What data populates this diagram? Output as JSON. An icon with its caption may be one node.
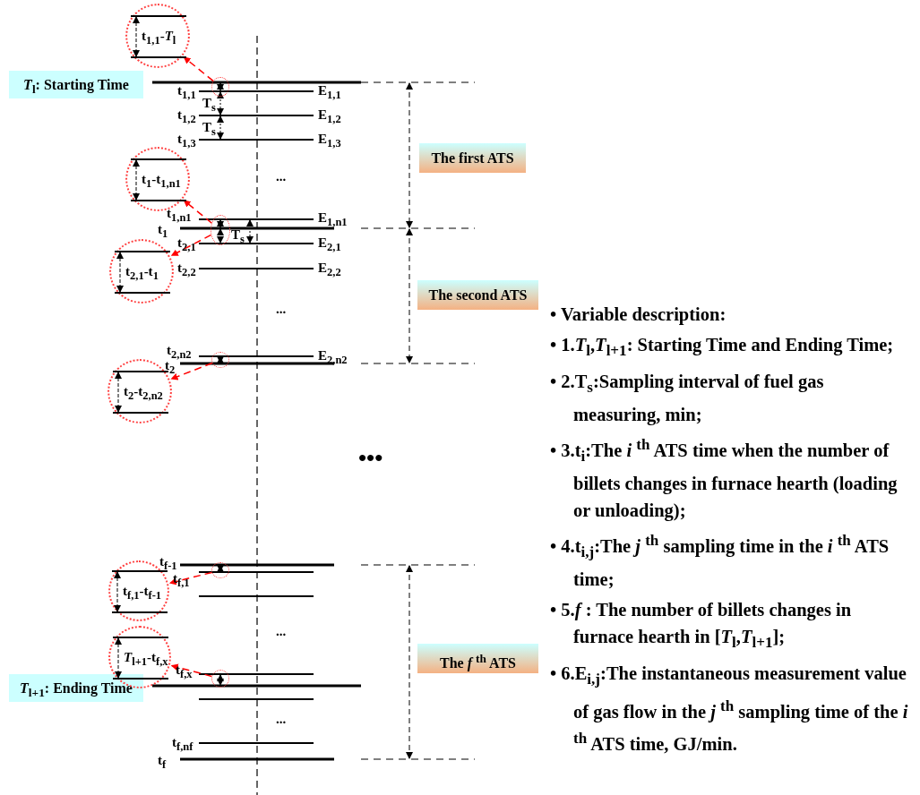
{
  "diagram": {
    "nodes": [
      {
        "text": [
          "*T*$_{l}$: Starting Time"
        ]
      },
      {
        "text": [
          "*T*$_{l+1}$: Ending Time"
        ]
      },
      {
        "text": [
          "The first ATS"
        ]
      },
      {
        "text": [
          "The second ATS"
        ]
      },
      {
        "text": [
          "The *f* $^{th}$ ATS"
        ]
      },
      {
        "text": [
          "t$_{1,1}$-*T*$_{l}$"
        ]
      },
      {
        "text": [
          "t$_{1}$-t$_{1,n1}$"
        ]
      },
      {
        "text": [
          "t$_{2,1}$-t$_{1}$"
        ]
      },
      {
        "text": [
          "t$_{2}$-t$_{2,n2}$"
        ]
      },
      {
        "text": [
          "t$_{f,1}$-t$_{f-1}$"
        ]
      },
      {
        "text": [
          "*T*$_{l+1}$-t$_{f,x}$"
        ]
      },
      {
        "text": [],
        "shape": "circle"
      },
      {
        "text": [],
        "shape": "circle"
      },
      {
        "text": [],
        "shape": "circle"
      },
      {
        "text": [],
        "shape": "circle"
      },
      {
        "text": [],
        "shape": "circle"
      }
    ],
    "edges": [
      {
        "from": 11,
        "to": 5,
        "arrow": "to",
        "style": "dashed",
        "color": "#ff0000"
      },
      {
        "from": 12,
        "to": 6,
        "arrow": "to",
        "style": "dashed",
        "color": "#ff0000"
      },
      {
        "from": 12,
        "to": 7,
        "arrow": "to",
        "style": "dashed",
        "color": "#ff0000"
      },
      {
        "from": 13,
        "to": 8,
        "arrow": "to",
        "style": "dashed",
        "color": "#ff0000"
      },
      {
        "from": 14,
        "to": 9,
        "arrow": "to",
        "style": "dashed",
        "color": "#ff0000"
      },
      {
        "from": 15,
        "to": 10,
        "arrow": "to",
        "style": "dashed",
        "color": "#ff0000"
      }
    ],
    "labels": [
      "t$_{1,1}$",
      "E$_{1,1}$",
      "T$_{s}$",
      "t$_{1,2}$",
      "E$_{1,2}$",
      "T$_{s}$",
      "t$_{1,3}$",
      "E$_{1,3}$",
      "...",
      "t$_{1,n1}$",
      "E$_{1,n1}$",
      "t$_{1}$",
      "T$_{s}$",
      "t$_{2,1}$",
      "E$_{2,1}$",
      "t$_{2,2}$",
      "E$_{2,2}$",
      "...",
      "t$_{2,n2}$",
      "E$_{2,n2}$",
      "t$_{2}$",
      "•••",
      "t$_{f-1}$",
      "t$_{f,1}$",
      "...",
      "t$_{f,x}$",
      "...",
      "t$_{f,nf}$",
      "t$_{f}$",
      "• Variable description:",
      "• 1.*T*$_{l}$,*T*$_{l+1}$: Starting Time and Ending Time;",
      "• 2.T$_{s}$:Sampling interval of fuel gas measuring, min;",
      "• 3.t$_{i}$:The *i* $^{th}$ ATS time when the number of billets  changes in furnace hearth (loading or unloading);",
      "• 4.t$_{i,j}$:The *j* $^{th}$ sampling time in the *i* $^{th}$ ATS time;",
      "• 5.*f* : The number of billets changes in furnace hearth in [*T*$_{l}$,*T*$_{l+1}$];",
      "• 6.E$_{i,j}$:The instantaneous measurement value of gas flow in the  *j* $^{th}$ sampling time of the *i* $^{th}$ ATS time, GJ/min."
    ]
  }
}
